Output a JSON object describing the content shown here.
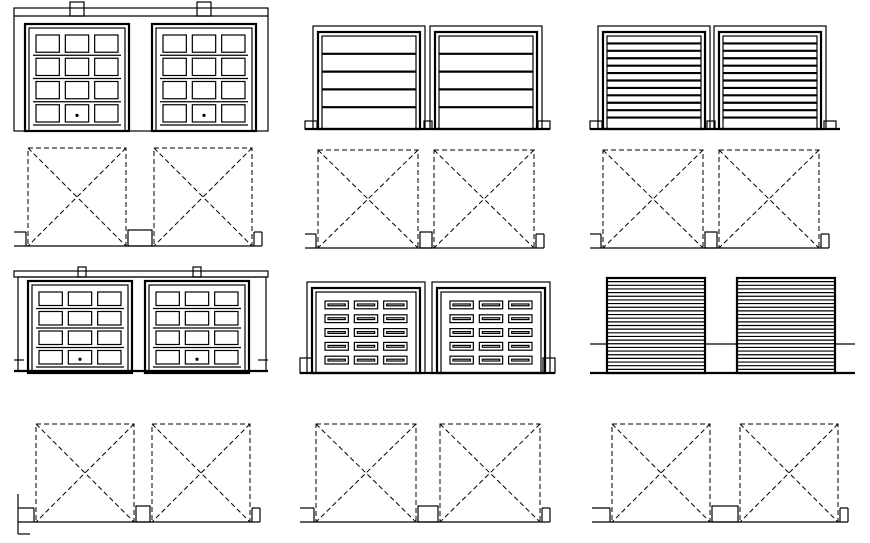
{
  "drawing": {
    "background": "#ffffff",
    "line_color": "#000000",
    "elevations": [
      {
        "style": "windowed-panel"
      },
      {
        "style": "flush-5-panel"
      },
      {
        "style": "narrow-slat"
      },
      {
        "style": "windowed-panel-with-cornice"
      },
      {
        "style": "raised-panel-grid"
      },
      {
        "style": "rolling-shutter"
      }
    ],
    "plans": [
      {
        "style": "dashed-x"
      },
      {
        "style": "dashed-x"
      },
      {
        "style": "dashed-x"
      },
      {
        "style": "dashed-x"
      },
      {
        "style": "dashed-x"
      },
      {
        "style": "dashed-x"
      }
    ]
  }
}
